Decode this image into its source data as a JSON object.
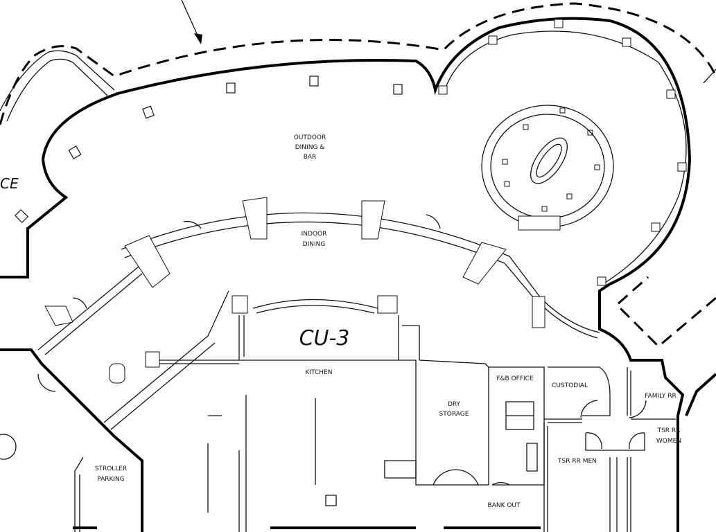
{
  "plan": {
    "partial_label": "CE",
    "unit_id": "CU-3",
    "rooms": {
      "outdoor_dining_1": "OUTDOOR",
      "outdoor_dining_2": "DINING &",
      "outdoor_dining_3": "BAR",
      "indoor_dining_1": "INDOOR",
      "indoor_dining_2": "DINING",
      "kitchen": "KITCHEN",
      "dry_storage_1": "DRY",
      "dry_storage_2": "STORAGE",
      "fb_office": "F&B OFFICE",
      "custodial": "CUSTODIAL",
      "family_rr": "FAMILY RR",
      "tsr_women_1": "TSR RR",
      "tsr_women_2": "WOMEN",
      "tsr_men": "TSR RR MEN",
      "stroller_1": "STROLLER",
      "stroller_2": "PARKING",
      "bank_out": "BANK OUT"
    }
  }
}
